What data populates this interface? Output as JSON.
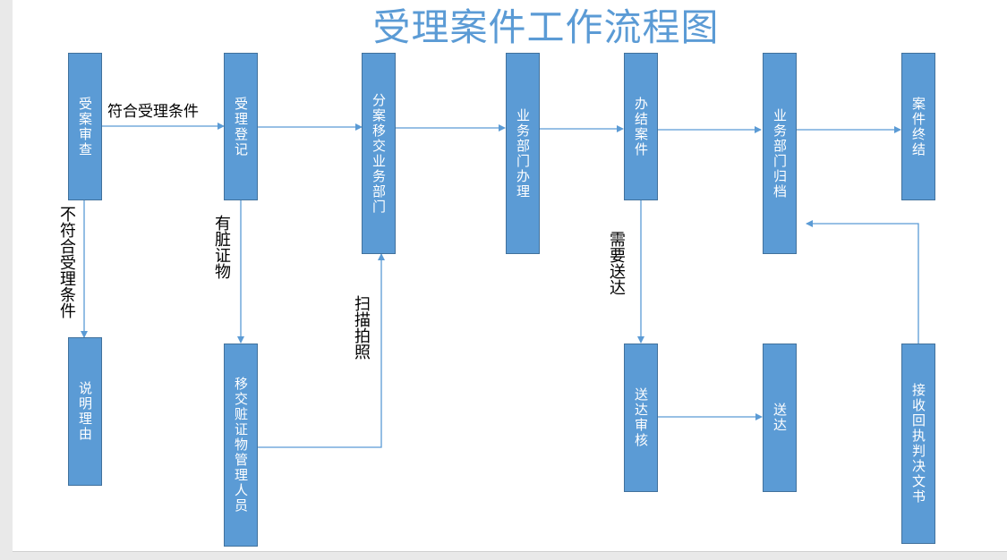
{
  "title": "受理案件工作流程图",
  "boxes": {
    "review": "受案审查",
    "register": "受理登记",
    "assign": "分案移交业务部门",
    "handle": "业务部门办理",
    "close": "办结案件",
    "archive": "业务部门归档",
    "end": "案件终结",
    "explain": "说明理由",
    "transfer_goods": "移交赃证物管理人员",
    "delivery_review": "送达审核",
    "deliver": "送达",
    "receipt": "接收回执判决文书"
  },
  "labels": {
    "meets": "符合受理条件",
    "not_meets": "不符合受理条件",
    "has_goods": "有脏证物",
    "scan": "扫描拍照",
    "need_delivery": "需要送达"
  },
  "colors": {
    "box_fill": "#5b9bd5",
    "box_border": "#41719c",
    "arrow": "#5b9bd5",
    "title": "#5b9bd5"
  }
}
